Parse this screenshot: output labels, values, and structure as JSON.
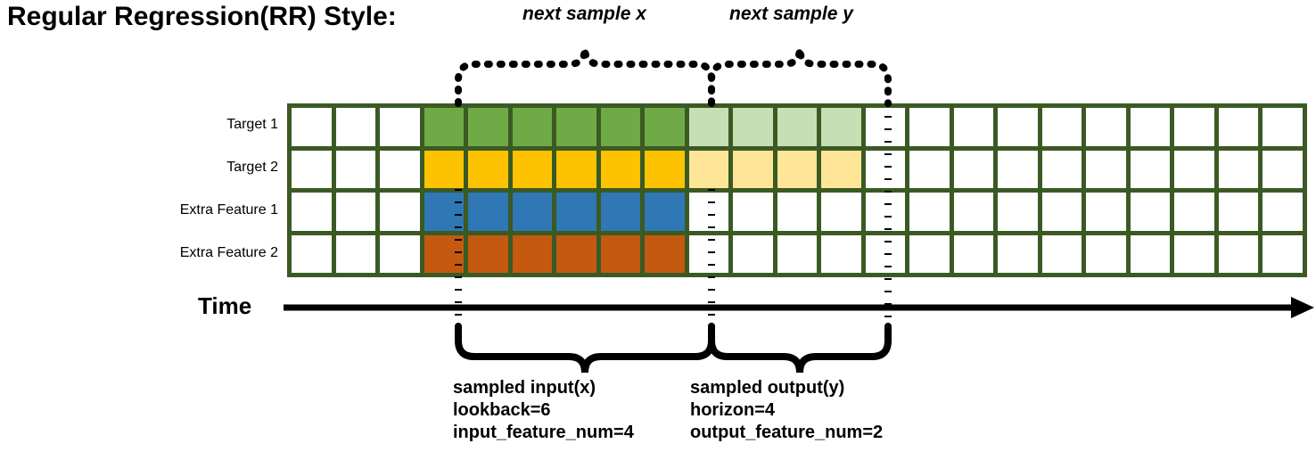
{
  "title": "Regular Regression(RR) Style:",
  "rows": [
    {
      "label": "Target 1",
      "fill": "#6faa46",
      "light": "#c6dfb5",
      "has_light": true
    },
    {
      "label": "Target 2",
      "fill": "#fdc300",
      "light": "#fee598",
      "has_light": true
    },
    {
      "label": "Extra Feature 1",
      "fill": "#2f77b5",
      "light": null,
      "has_light": false
    },
    {
      "label": "Extra Feature 2",
      "fill": "#c4590f",
      "light": null,
      "has_light": false
    }
  ],
  "grid": {
    "total_columns": 23,
    "leading_blank_columns": 3,
    "input_columns": 6,
    "output_columns": 4,
    "trailing_blank_columns": 10,
    "line_color": "#3b5a23",
    "empty_color": "#ffffff"
  },
  "axis": {
    "label": "Time",
    "color": "#000000"
  },
  "top_braces": [
    {
      "label": "next sample x"
    },
    {
      "label": "next sample y"
    }
  ],
  "bottom_braces": [
    {
      "title": "sampled input(x)",
      "line2": "lookback=6",
      "line3": "input_feature_num=4"
    },
    {
      "title": "sampled output(y)",
      "line2": "horizon=4",
      "line3": "output_feature_num=2"
    }
  ]
}
